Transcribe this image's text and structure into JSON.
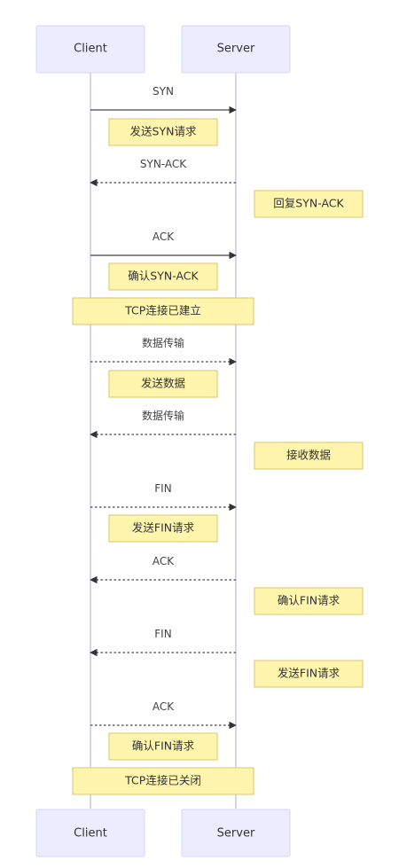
{
  "actors": {
    "client": "Client",
    "server": "Server"
  },
  "messages": [
    {
      "label": "SYN",
      "from": "client",
      "to": "server",
      "style": "solid"
    },
    {
      "label": "SYN-ACK",
      "from": "server",
      "to": "client",
      "style": "dotted"
    },
    {
      "label": "ACK",
      "from": "client",
      "to": "server",
      "style": "solid"
    },
    {
      "label": "数据传输",
      "from": "client",
      "to": "server",
      "style": "dotted"
    },
    {
      "label": "数据传输",
      "from": "server",
      "to": "client",
      "style": "dotted"
    },
    {
      "label": "FIN",
      "from": "client",
      "to": "server",
      "style": "dotted"
    },
    {
      "label": "ACK",
      "from": "server",
      "to": "client",
      "style": "dotted"
    },
    {
      "label": "FIN",
      "from": "server",
      "to": "client",
      "style": "dotted"
    },
    {
      "label": "ACK",
      "from": "client",
      "to": "server",
      "style": "dotted"
    }
  ],
  "notes": [
    {
      "text": "发送SYN请求",
      "placement": "right of client"
    },
    {
      "text": "回复SYN-ACK",
      "placement": "right of server"
    },
    {
      "text": "确认SYN-ACK",
      "placement": "right of client"
    },
    {
      "text": "TCP连接已建立",
      "placement": "over client and server"
    },
    {
      "text": "发送数据",
      "placement": "right of client"
    },
    {
      "text": "接收数据",
      "placement": "right of server"
    },
    {
      "text": "发送FIN请求",
      "placement": "right of client"
    },
    {
      "text": "确认FIN请求",
      "placement": "right of server"
    },
    {
      "text": "发送FIN请求",
      "placement": "right of server"
    },
    {
      "text": "确认FIN请求",
      "placement": "right of client"
    },
    {
      "text": "TCP连接已关闭",
      "placement": "over client and server"
    }
  ],
  "colors": {
    "actor_fill": "#ececff",
    "actor_border": "#d4d4f4",
    "note_fill": "#fff5ad",
    "note_border": "#d9c46a",
    "line": "#444444",
    "lifeline": "#c8c8e4"
  }
}
